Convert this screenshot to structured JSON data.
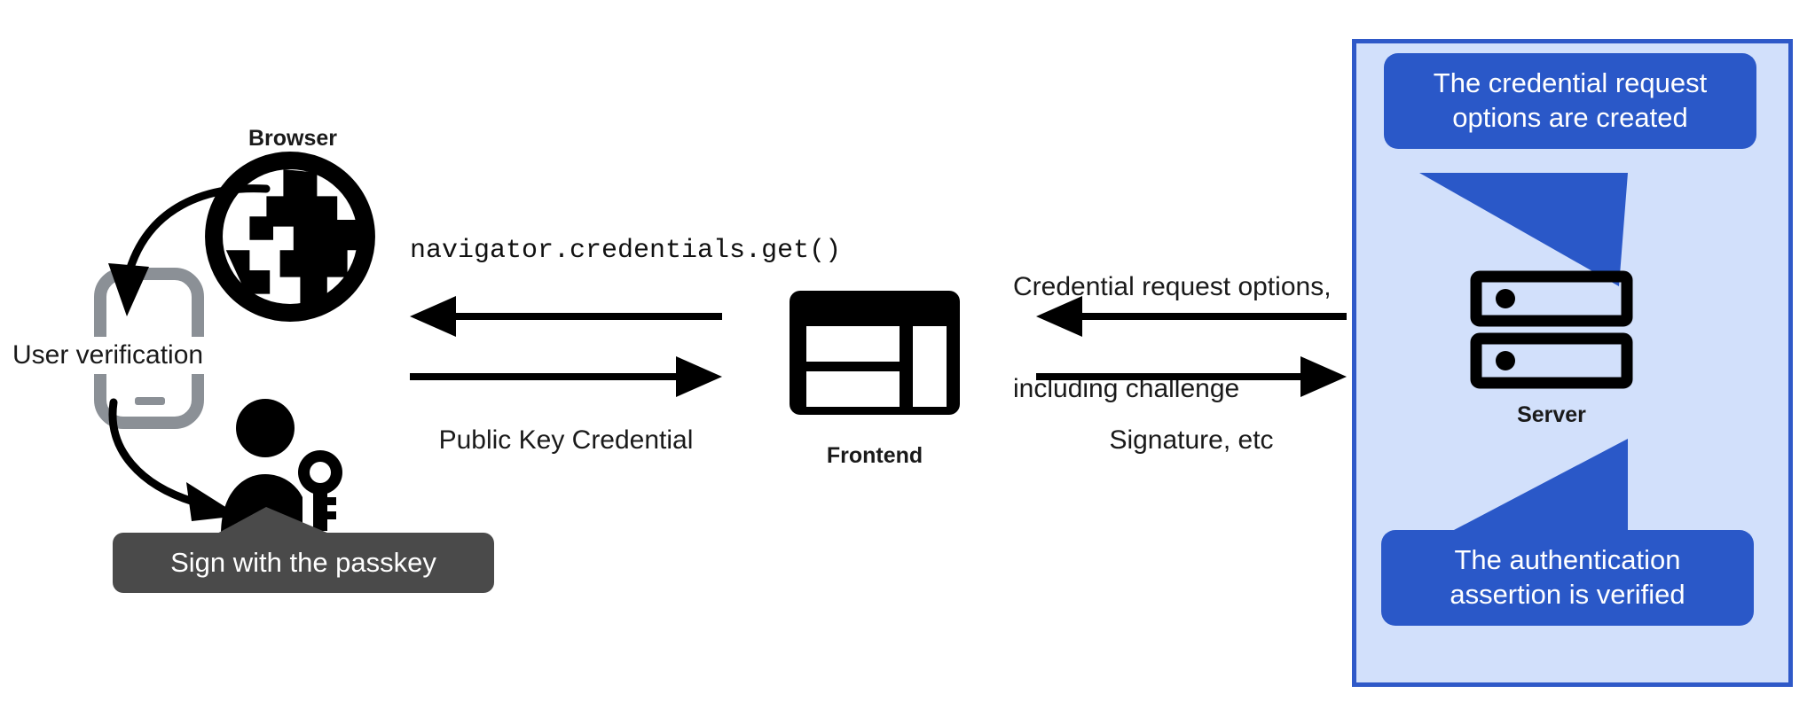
{
  "diagram": {
    "title": "WebAuthn passkey authentication flow",
    "colors": {
      "panel_fill": "#d2e0fb",
      "panel_border": "#2f59c8",
      "bubble_fill": "#2a58c8",
      "bubble_text": "#ffffff",
      "tooltip_fill": "#4a4a4a",
      "tooltip_text": "#ffffff",
      "icon_black": "#000000",
      "icon_gray": "#8b9096",
      "text": "#1a1a1a"
    }
  },
  "client": {
    "browser_label": "Browser",
    "browser_icon": "globe-icon",
    "phone_icon": "mobile-phone-icon",
    "user_verification_label": "User verification",
    "user_key_icon": "person-with-key-icon",
    "passkey_tooltip": "Sign with the passkey"
  },
  "frontend": {
    "label": "Frontend",
    "icon": "browser-window-layout-icon"
  },
  "server": {
    "label": "Server",
    "icon": "server-rack-icon",
    "bubble_top": "The credential request\noptions are created",
    "bubble_top_line1": "The credential request",
    "bubble_top_line2": "options are created",
    "bubble_bottom_line1": "The authentication",
    "bubble_bottom_line2": "assertion is verified"
  },
  "flows": {
    "left": [
      {
        "id": "navigator-get",
        "label": "navigator.credentials.get()",
        "style": "monospace",
        "direction": "left",
        "position": "above"
      },
      {
        "id": "public-key-credential",
        "label": "Public Key Credential",
        "style": "sans",
        "direction": "right",
        "position": "below"
      }
    ],
    "right": [
      {
        "id": "credential-request-options",
        "label_line1": "Credential request options,",
        "label_line2": "including challenge",
        "style": "sans",
        "direction": "left",
        "position": "above"
      },
      {
        "id": "signature-etc",
        "label": "Signature, etc",
        "style": "sans",
        "direction": "right",
        "position": "below"
      }
    ]
  }
}
